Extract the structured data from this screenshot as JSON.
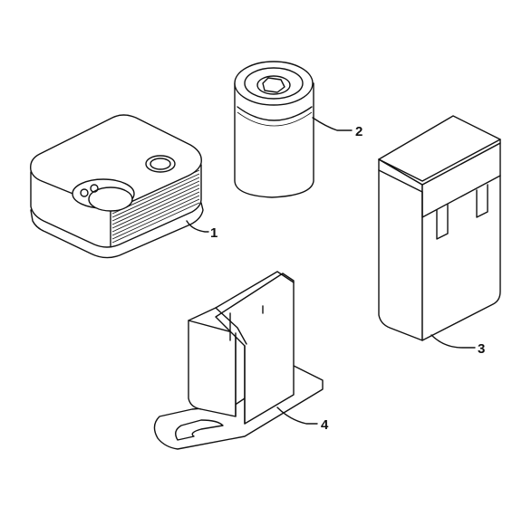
{
  "parts": [
    {
      "number": "1",
      "icon": "compressor-icon"
    },
    {
      "number": "2",
      "icon": "sealant-bottle-icon"
    },
    {
      "number": "3",
      "icon": "box-bag-icon"
    },
    {
      "number": "4",
      "icon": "bracket-icon"
    }
  ]
}
